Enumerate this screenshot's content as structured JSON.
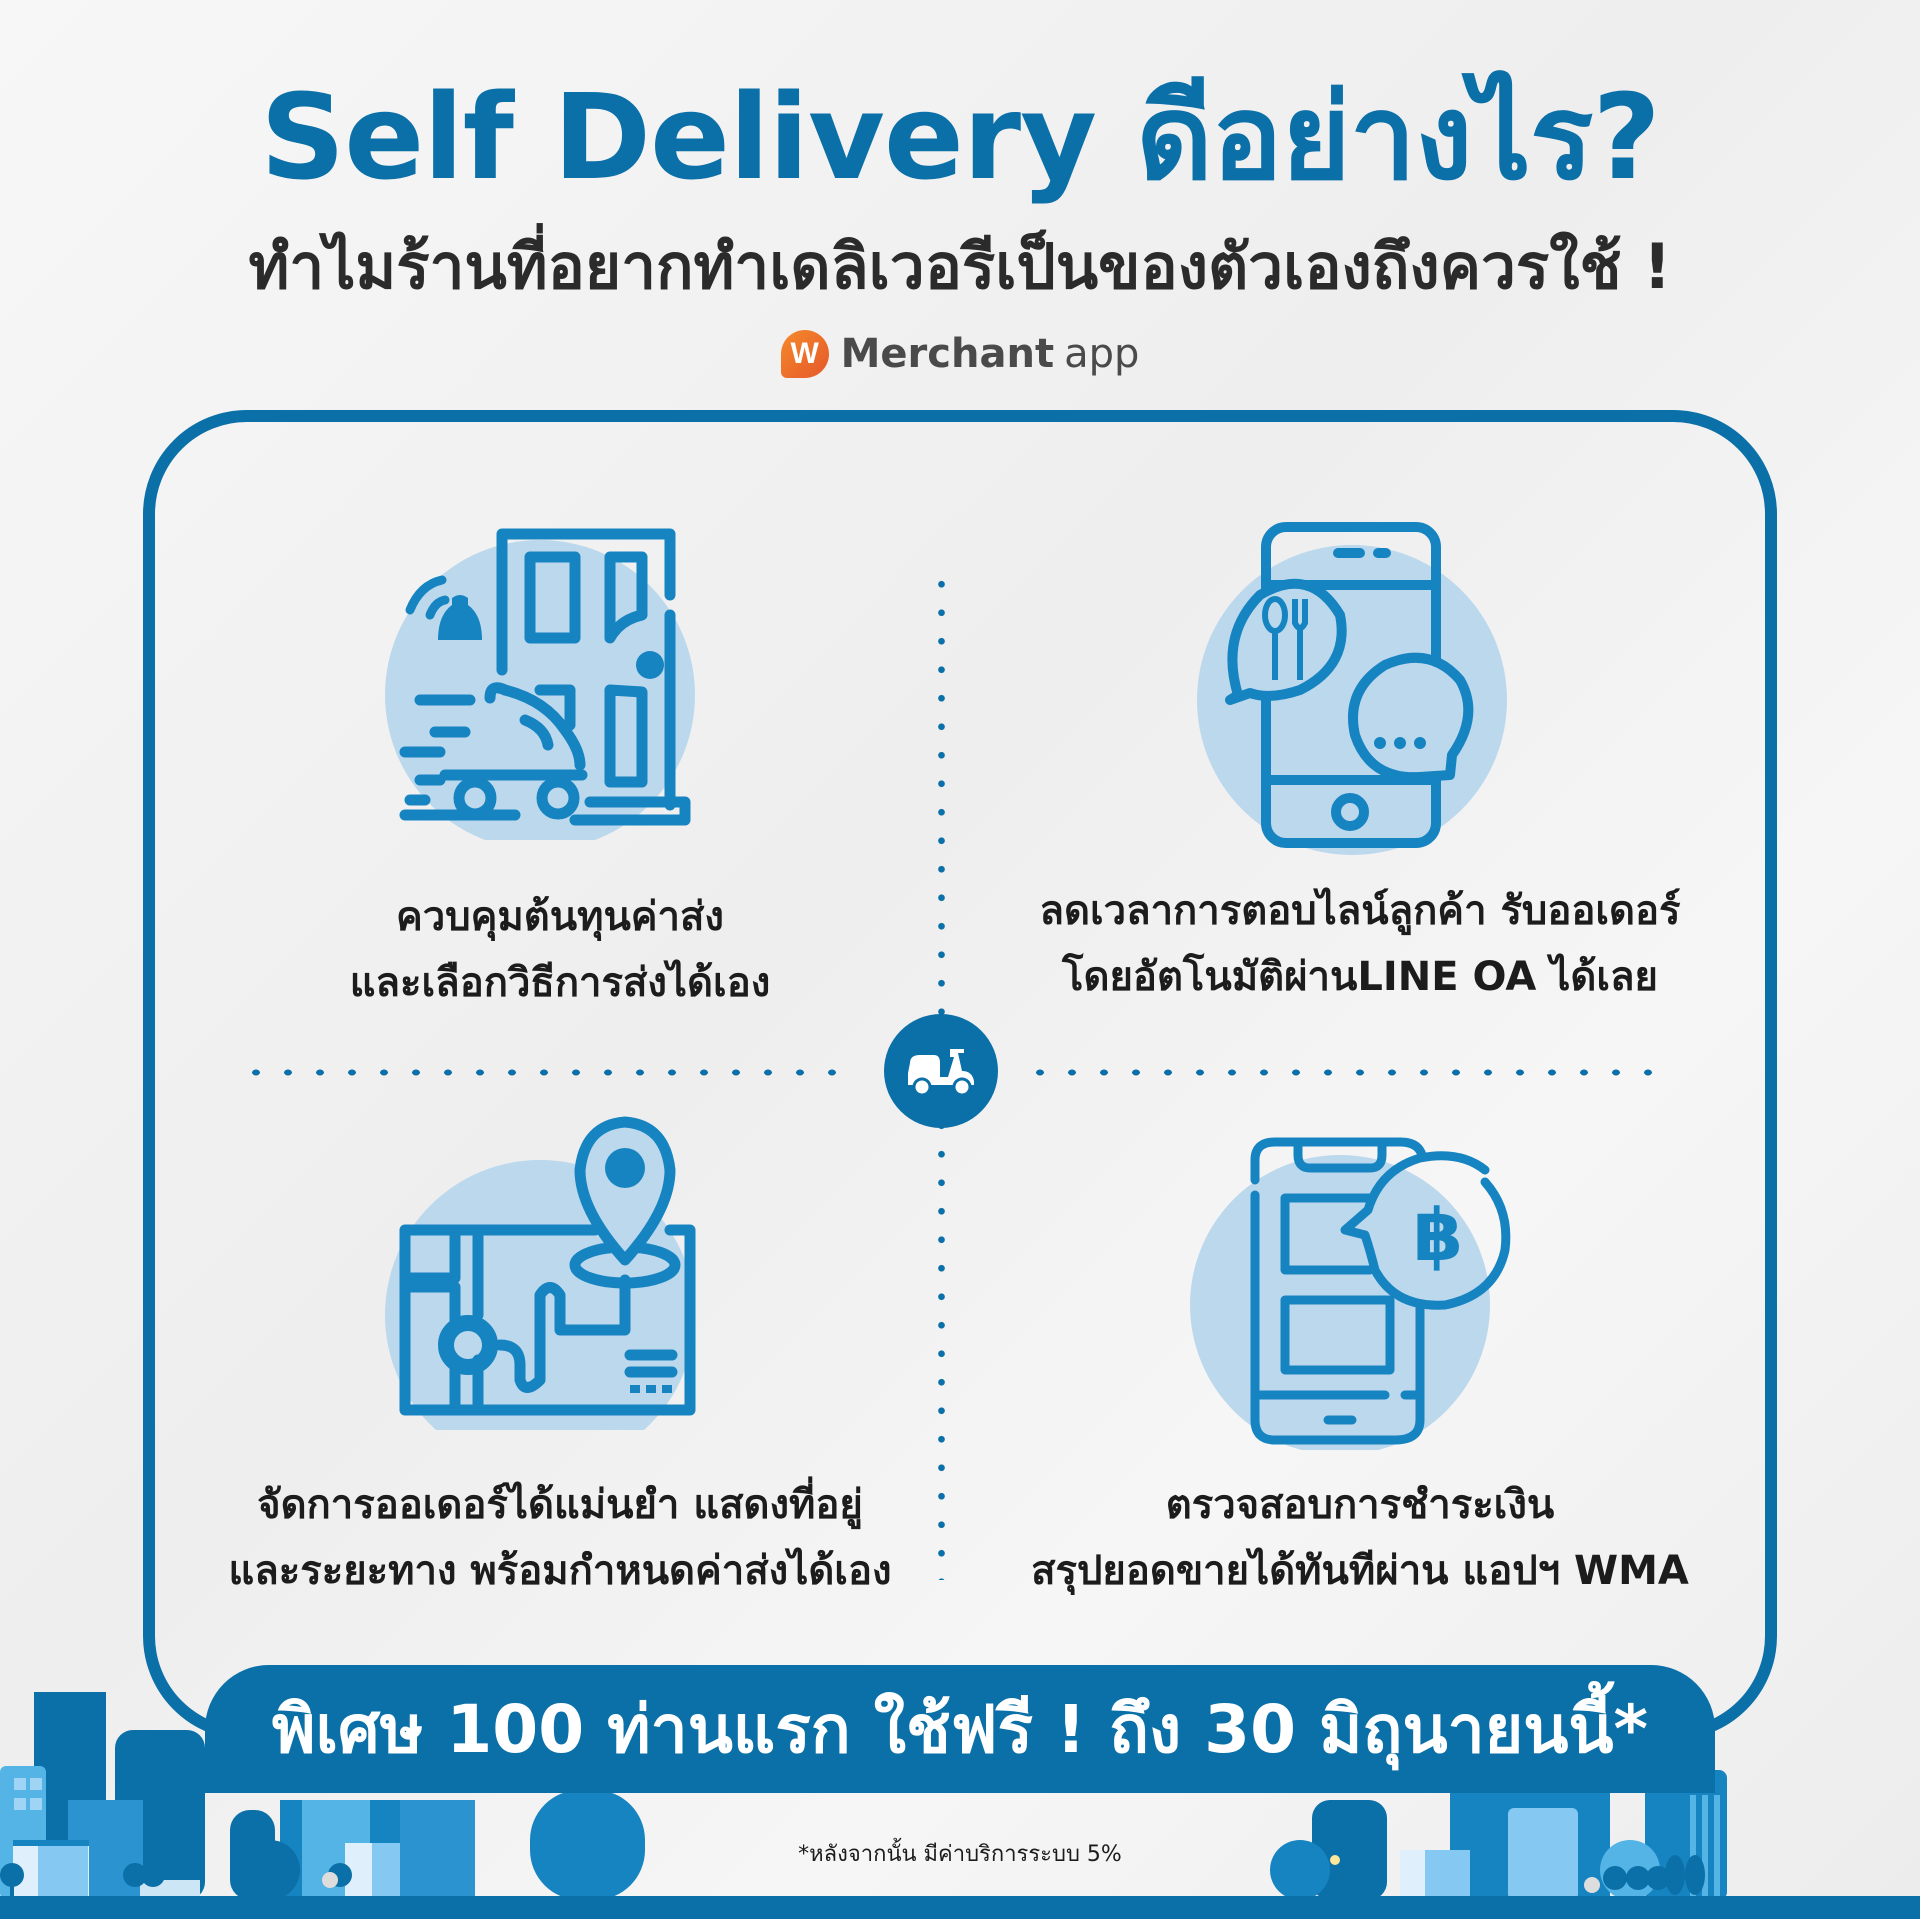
{
  "header": {
    "title": "Self Delivery ดีอย่างไร?",
    "subtitle": "ทำไมร้านที่อยากทำเดลิเวอรีเป็นของตัวเองถึงควรใช้ !",
    "brand": {
      "logo_letter": "W",
      "name": "Merchant",
      "suffix": "app",
      "logo_color": "#f07a2a"
    }
  },
  "colors": {
    "primary": "#0b6fa8",
    "icon_stroke": "#1784c2",
    "icon_bg": "#bcd8ec",
    "text": "#1c1c1c"
  },
  "center_icon": "scooter-icon",
  "features": [
    {
      "icon": "door-delivery-icon",
      "line1": "ควบคุมต้นทุนค่าส่ง",
      "line2": "และเลือกวิธีการส่งได้เอง"
    },
    {
      "icon": "phone-chat-order-icon",
      "line1": "ลดเวลาการตอบไลน์ลูกค้า รับออเดอร์",
      "line2": "โดยอัตโนมัติผ่านLINE OA ได้เลย"
    },
    {
      "icon": "map-location-pin-icon",
      "line1": "จัดการออเดอร์ได้แม่นยำ แสดงที่อยู่",
      "line2": "และระยะทาง พร้อมกำหนดค่าส่งได้เอง"
    },
    {
      "icon": "phone-baht-payment-icon",
      "line1": "ตรวจสอบการชำระเงิน",
      "line2": "สรุปยอดขายได้ทันทีผ่าน แอปฯ WMA"
    }
  ],
  "promo": {
    "banner": "พิเศษ 100 ท่านแรก ใช้ฟรี ! ถึง 30 มิถุนายนนี้*",
    "footnote": "*หลังจากนั้น มีค่าบริการระบบ 5%"
  }
}
